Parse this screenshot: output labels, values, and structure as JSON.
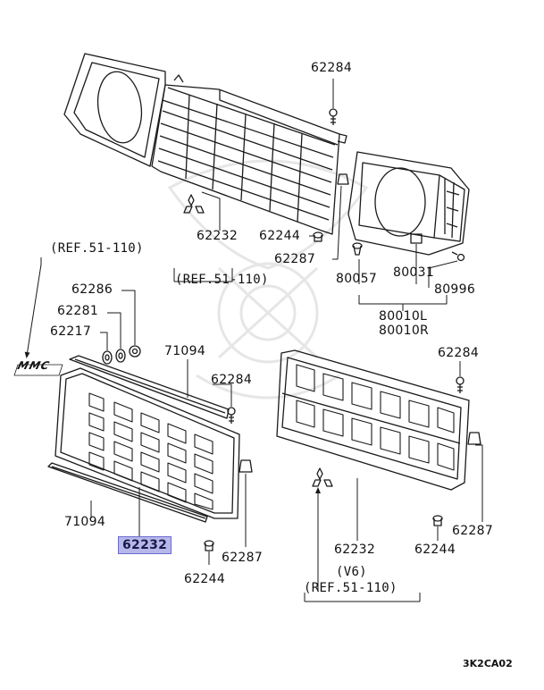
{
  "labels": {
    "p62284_top": "62284",
    "p62232_top": "62232",
    "p62244_top": "62244",
    "p62287_top": "62287",
    "p80057": "80057",
    "p80031": "80031",
    "p80996": "80996",
    "p80010l": "80010L",
    "p80010r": "80010R",
    "ref_top_left": "(REF.51-110)",
    "ref_top_mid": "(REF.51-110)",
    "p62286": "62286",
    "p62281": "62281",
    "p62217": "62217",
    "p71094_top": "71094",
    "p62284_mid": "62284",
    "p71094_bot": "71094",
    "p62232_selected": "62232",
    "p62287_mid": "62287",
    "p62244_mid": "62244",
    "p62284_right": "62284",
    "p62287_right": "62287",
    "p62244_right": "62244",
    "p62232_right": "62232",
    "v6": "(V6)",
    "ref_bottom_right": "(REF.51-110)",
    "emblem_text": "MMC"
  },
  "diagram_code": "3K2CA02",
  "colors": {
    "line": "#1a1a1a",
    "highlight_fill": "#b7b7ea",
    "highlight_border": "#6a6ad0",
    "watermark": "#ececec"
  }
}
